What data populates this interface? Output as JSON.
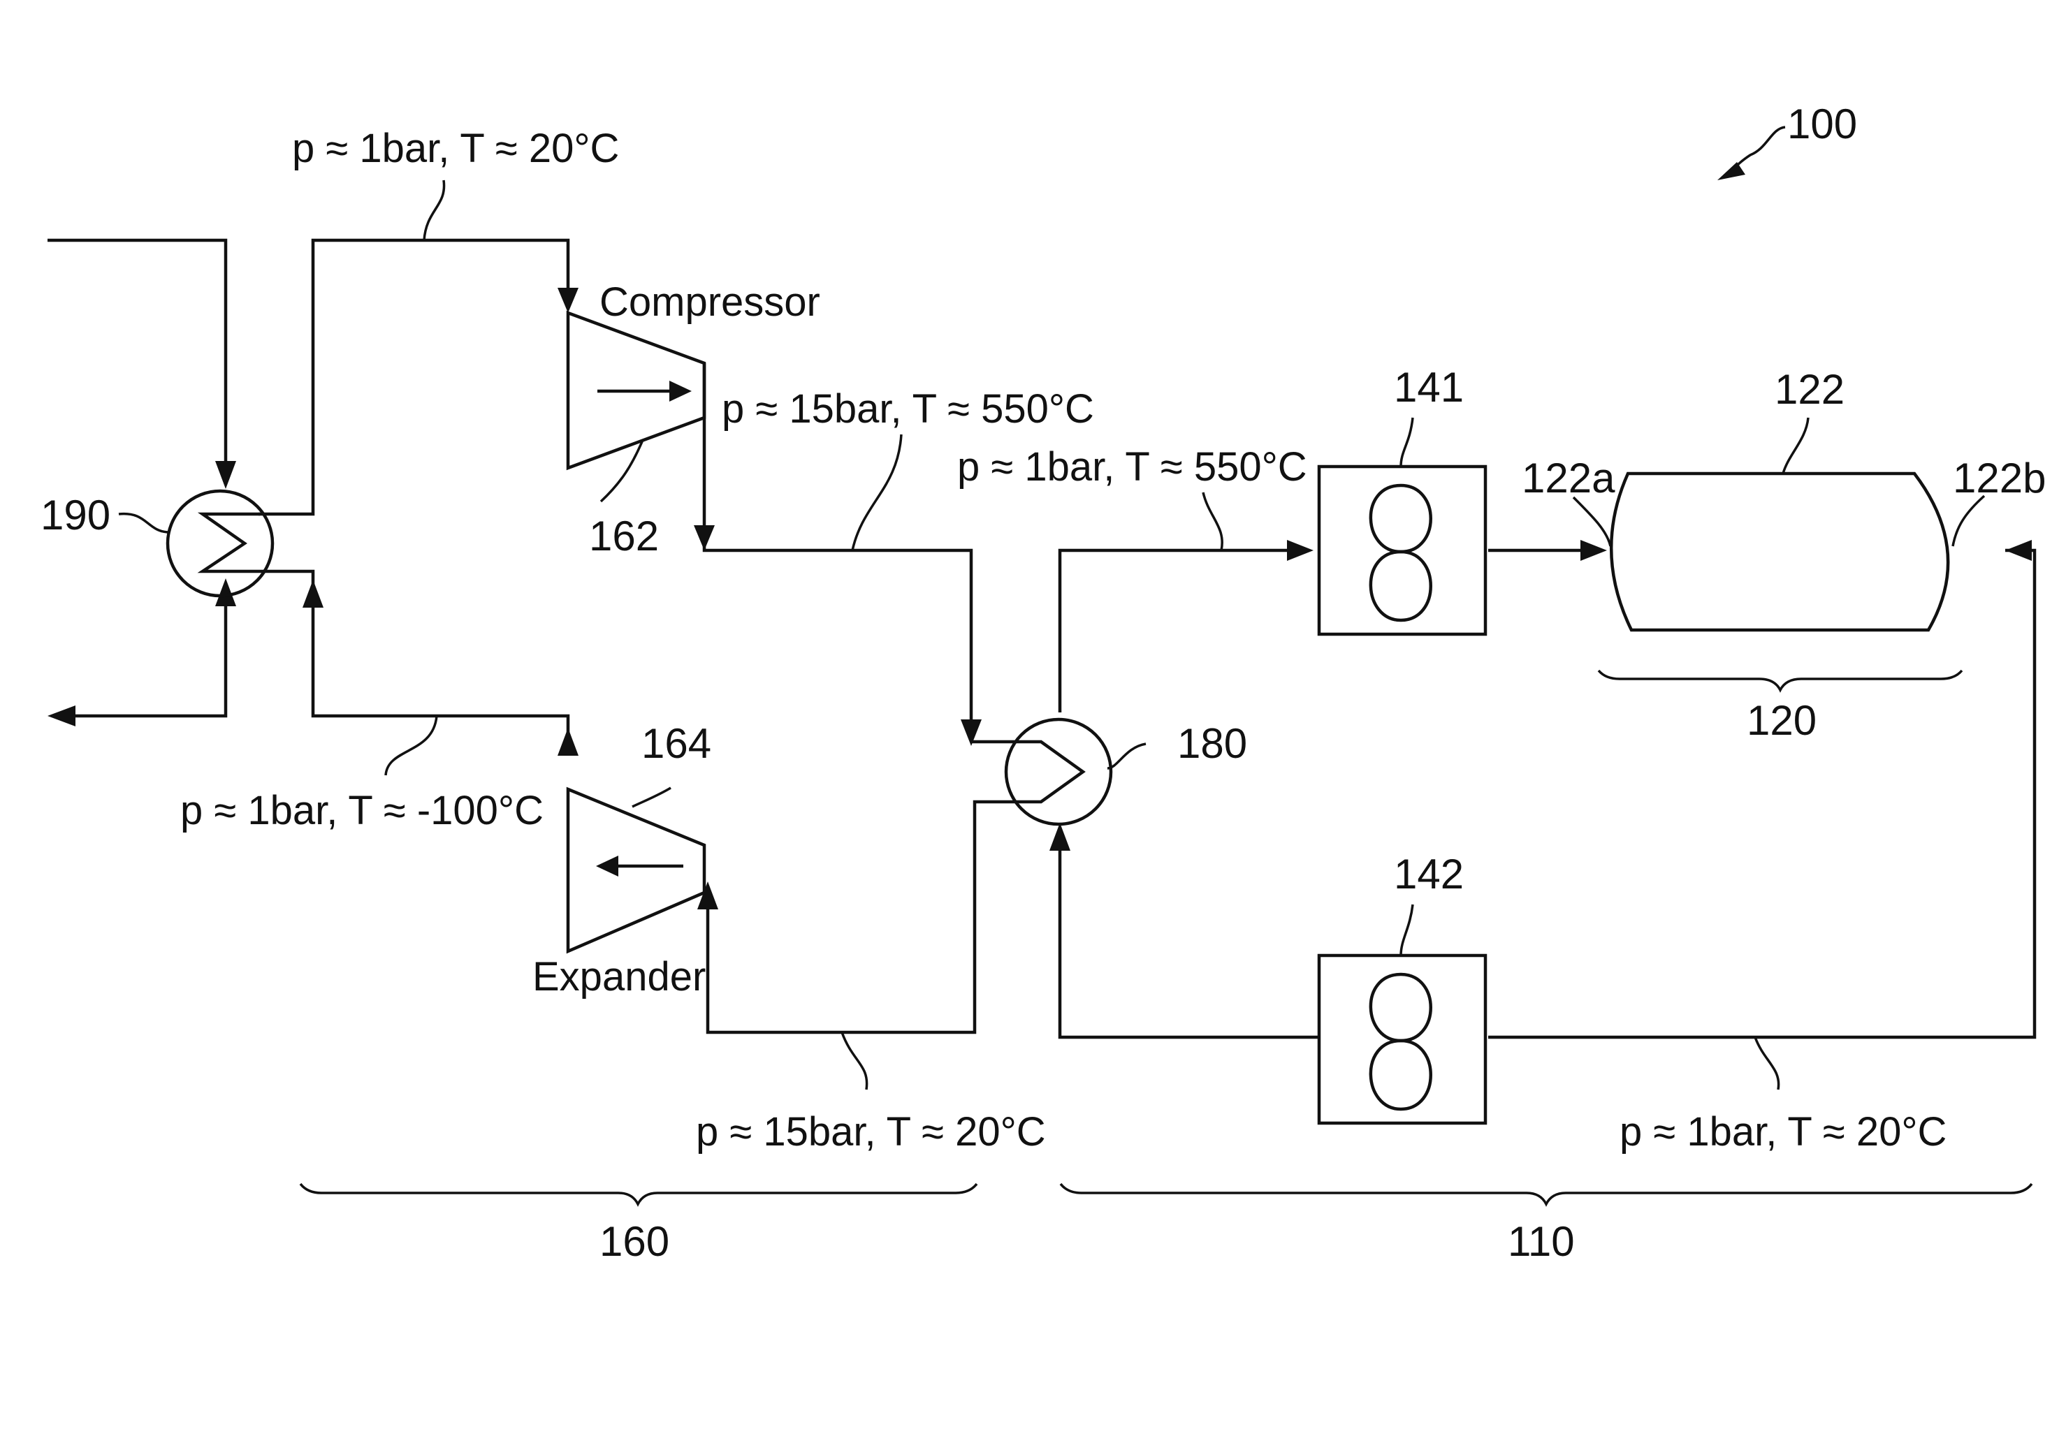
{
  "conditions": {
    "compressor_inlet": "p ≈ 1bar, T ≈ 20°C",
    "compressor_outlet": "p ≈ 15bar, T ≈ 550°C",
    "hot_loop_supply": "p ≈ 1bar, T ≈ 550°C",
    "expander_outlet": "p ≈ 1bar, T ≈ -100°C",
    "expander_inlet": "p ≈ 15bar, T ≈ 20°C",
    "return_loop": "p ≈ 1bar, T ≈ 20°C"
  },
  "components": {
    "compressor": "Compressor",
    "expander": "Expander"
  },
  "refs": {
    "system": "100",
    "heat_exchanger_left": "190",
    "compressor": "162",
    "expander": "164",
    "heat_exchanger_center": "180",
    "fan_top": "141",
    "fan_bottom": "142",
    "storage": "122",
    "storage_inlet": "122a",
    "storage_outlet": "122b",
    "storage_group": "120",
    "machine_group": "160",
    "loop_group": "110"
  }
}
